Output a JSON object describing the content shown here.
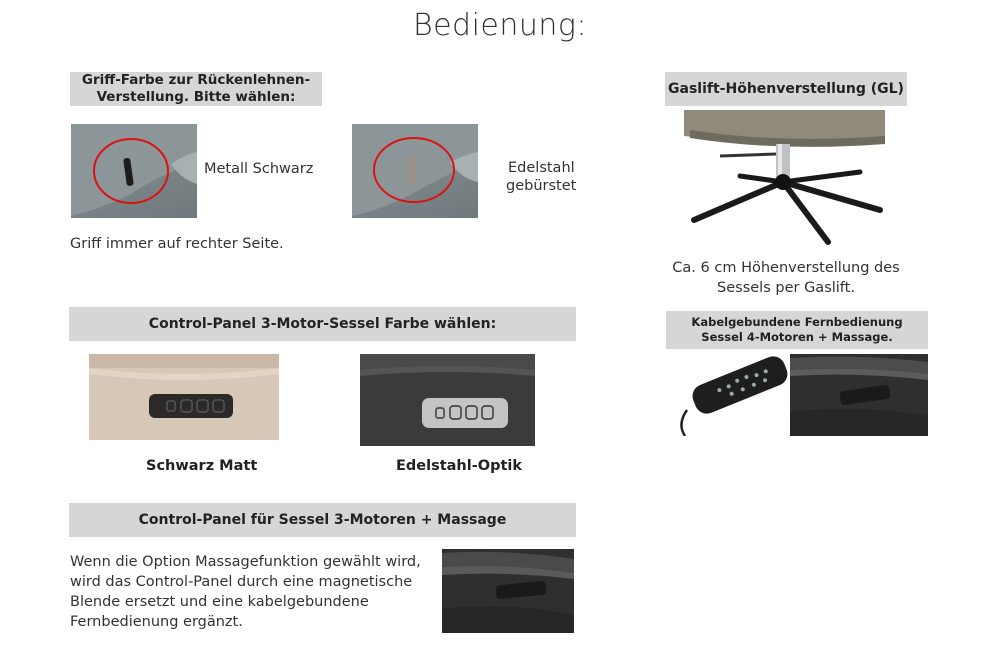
{
  "page": {
    "title": "Bedienung:"
  },
  "griff": {
    "header": "Griff-Farbe zur Rückenlehnen-\nVerstellung. Bitte wählen:",
    "option1": "Metall Schwarz",
    "option2_line1": "Edelstahl",
    "option2_line2": "gebürstet",
    "note": "Griff immer auf rechter Seite."
  },
  "control3": {
    "header": "Control-Panel 3-Motor-Sessel Farbe wählen:",
    "option1": "Schwarz Matt",
    "option2": "Edelstahl-Optik"
  },
  "massage": {
    "header": "Control-Panel für Sessel 3-Motoren +  Massage",
    "text": "Wenn die Option Massagefunktion gewählt wird,\nwird das Control-Panel durch eine magnetische\nBlende ersetzt und eine kabelgebundene\nFernbedienung ergänzt."
  },
  "gaslift": {
    "header": "Gaslift-Höhenverstellung (GL)",
    "text": "Ca. 6 cm Höhenverstellung des\nSessels per Gaslift."
  },
  "remote": {
    "header": "Kabelgebundene Fernbedienung\nSessel 4-Motoren + Massage."
  }
}
